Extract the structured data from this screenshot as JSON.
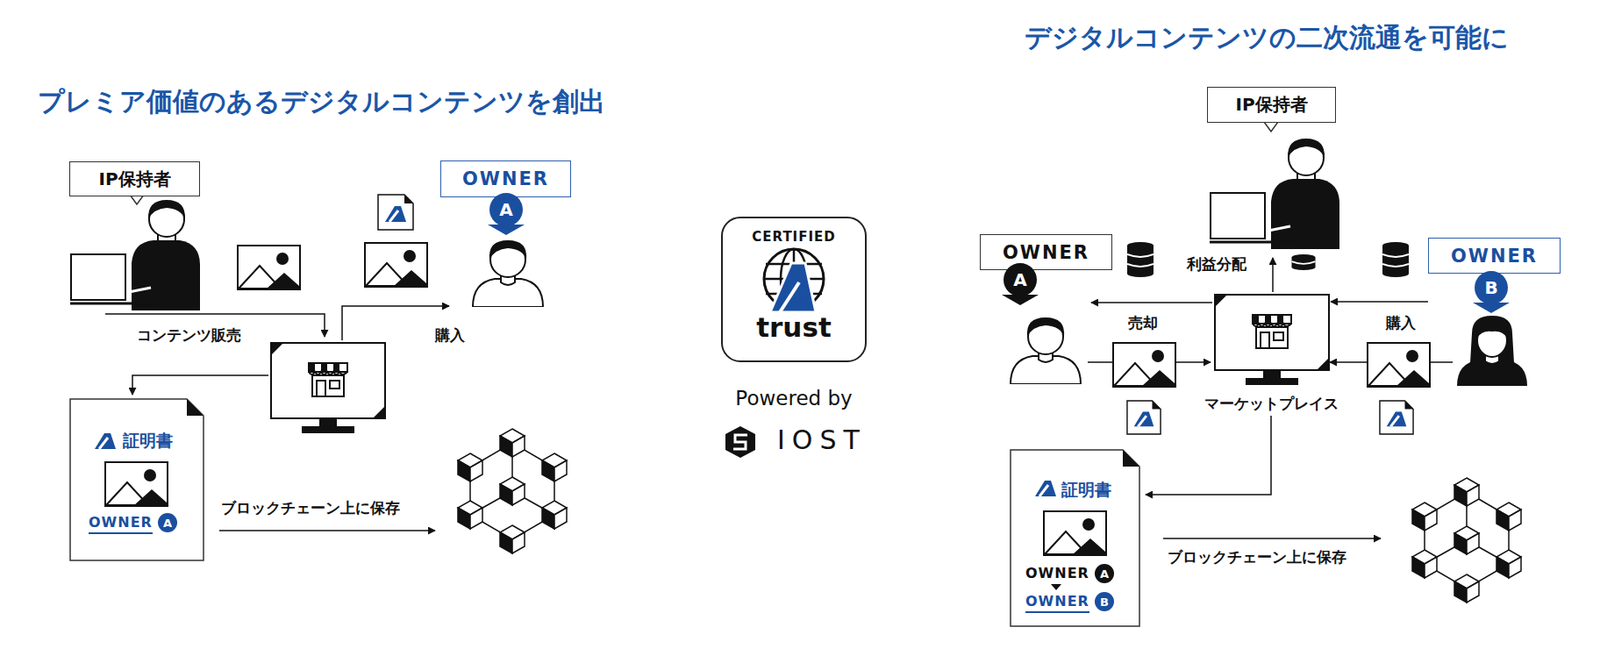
{
  "diagram": {
    "title": "プレミア価値のあるデジタルコンテンツを創出",
    "nodes": [
      {
        "text": [
          "IP保持者"
        ]
      },
      {
        "text": [
          "OWNER"
        ]
      },
      {
        "text": [
          "A"
        ]
      },
      {
        "text": [
          "証明書",
          "OWNER"
        ]
      },
      {
        "text": [
          "A"
        ],
        "in": 3
      },
      {
        "text": [
          "CERTIFIED",
          "trust"
        ]
      },
      {
        "text": [
          "IP保持者"
        ]
      },
      {
        "text": [
          "OWNER"
        ]
      },
      {
        "text": [
          "A"
        ]
      },
      {
        "text": [
          "OWNER"
        ]
      },
      {
        "text": [
          "B"
        ]
      },
      {
        "text": [
          "証明書",
          "OWNER",
          "OWNER"
        ]
      },
      {
        "text": [
          "A"
        ],
        "in": 11
      },
      {
        "text": [
          "B"
        ],
        "in": 11
      }
    ],
    "labels": [
      "デジタルコンテンツの二次流通を可能に",
      "コンテンツ販売",
      "購入",
      "ブロックチェーン上に保存",
      "Powered by",
      "IOST",
      "利益分配",
      "売却",
      "購入",
      "マーケットプレイス",
      "ブロックチェーン上に保存"
    ]
  }
}
